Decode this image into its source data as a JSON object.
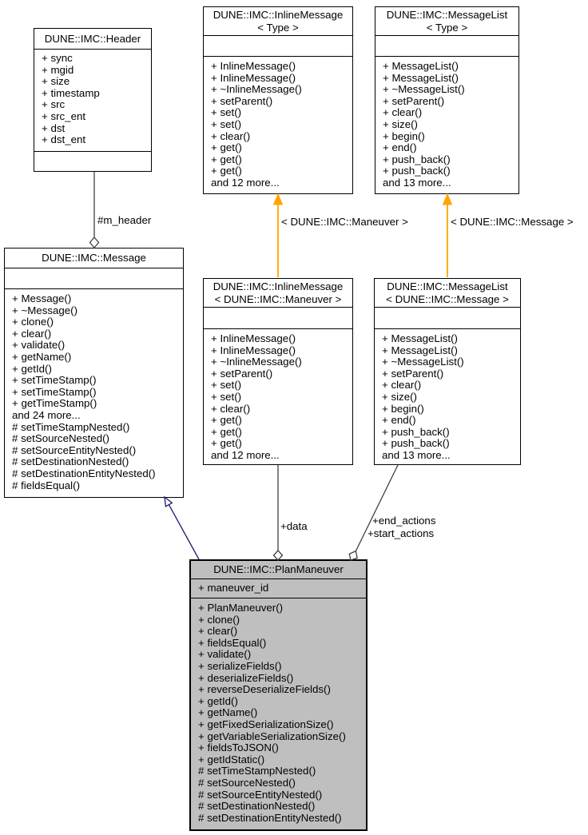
{
  "diagram": {
    "type": "uml-class-collaboration-diagram",
    "colors": {
      "node_fill": "#ffffff",
      "node_border": "#000000",
      "highlight_node_fill": "#bfbfbf",
      "aggregation_edge": "#404040",
      "inheritance_edge": "#191970",
      "template_edge": "#ffa500",
      "text": "#000000"
    }
  },
  "classes": {
    "header": {
      "title": "DUNE::IMC::Header",
      "attributes": [
        "+ sync",
        "+ mgid",
        "+ size",
        "+ timestamp",
        "+ src",
        "+ src_ent",
        "+ dst",
        "+ dst_ent"
      ],
      "methods": []
    },
    "inline_message_type": {
      "title_line1": "DUNE::IMC::InlineMessage",
      "title_line2": "< Type >",
      "attributes": [],
      "methods": [
        "+ InlineMessage()",
        "+ InlineMessage()",
        "+ ~InlineMessage()",
        "+ setParent()",
        "+ set()",
        "+ set()",
        "+ clear()",
        "+ get()",
        "+ get()",
        "+ get()",
        "and 12 more..."
      ]
    },
    "message_list_type": {
      "title_line1": "DUNE::IMC::MessageList",
      "title_line2": "< Type >",
      "attributes": [],
      "methods": [
        "+ MessageList()",
        "+ MessageList()",
        "+ ~MessageList()",
        "+ setParent()",
        "+ clear()",
        "+ size()",
        "+ begin()",
        "+ end()",
        "+ push_back()",
        "+ push_back()",
        "and 13 more..."
      ]
    },
    "message": {
      "title": "DUNE::IMC::Message",
      "attributes": [],
      "methods": [
        "+ Message()",
        "+ ~Message()",
        "+ clone()",
        "+ clear()",
        "+ validate()",
        "+ getName()",
        "+ getId()",
        "+ setTimeStamp()",
        "+ setTimeStamp()",
        "+ getTimeStamp()",
        "and 24 more...",
        "# setTimeStampNested()",
        "# setSourceNested()",
        "# setSourceEntityNested()",
        "# setDestinationNested()",
        "# setDestinationEntityNested()",
        "# fieldsEqual()"
      ]
    },
    "inline_message_maneuver": {
      "title_line1": "DUNE::IMC::InlineMessage",
      "title_line2": "< DUNE::IMC::Maneuver >",
      "attributes": [],
      "methods": [
        "+ InlineMessage()",
        "+ InlineMessage()",
        "+ ~InlineMessage()",
        "+ setParent()",
        "+ set()",
        "+ set()",
        "+ clear()",
        "+ get()",
        "+ get()",
        "+ get()",
        "and 12 more..."
      ]
    },
    "message_list_message": {
      "title_line1": "DUNE::IMC::MessageList",
      "title_line2": "< DUNE::IMC::Message >",
      "attributes": [],
      "methods": [
        "+ MessageList()",
        "+ MessageList()",
        "+ ~MessageList()",
        "+ setParent()",
        "+ clear()",
        "+ size()",
        "+ begin()",
        "+ end()",
        "+ push_back()",
        "+ push_back()",
        "and 13 more..."
      ]
    },
    "plan_maneuver": {
      "title": "DUNE::IMC::PlanManeuver",
      "attributes": [
        "+ maneuver_id"
      ],
      "methods": [
        "+ PlanManeuver()",
        "+ clone()",
        "+ clear()",
        "+ fieldsEqual()",
        "+ validate()",
        "+ serializeFields()",
        "+ deserializeFields()",
        "+ reverseDeserializeFields()",
        "+ getId()",
        "+ getName()",
        "+ getFixedSerializationSize()",
        "+ getVariableSerializationSize()",
        "+ fieldsToJSON()",
        "+ getIdStatic()",
        "# setTimeStampNested()",
        "# setSourceNested()",
        "# setSourceEntityNested()",
        "# setDestinationNested()",
        "# setDestinationEntityNested()"
      ]
    }
  },
  "edges": {
    "m_header": {
      "label": "#m_header",
      "kind": "aggregation"
    },
    "inline_template": {
      "label": "< DUNE::IMC::Maneuver >",
      "kind": "template-instantiation"
    },
    "msglist_template": {
      "label": "< DUNE::IMC::Message >",
      "kind": "template-instantiation"
    },
    "data": {
      "label": "+data",
      "kind": "aggregation"
    },
    "actions": {
      "label_line1": "+end_actions",
      "label_line2": "+start_actions",
      "kind": "aggregation"
    },
    "inheritance": {
      "label": "",
      "kind": "inheritance"
    }
  }
}
